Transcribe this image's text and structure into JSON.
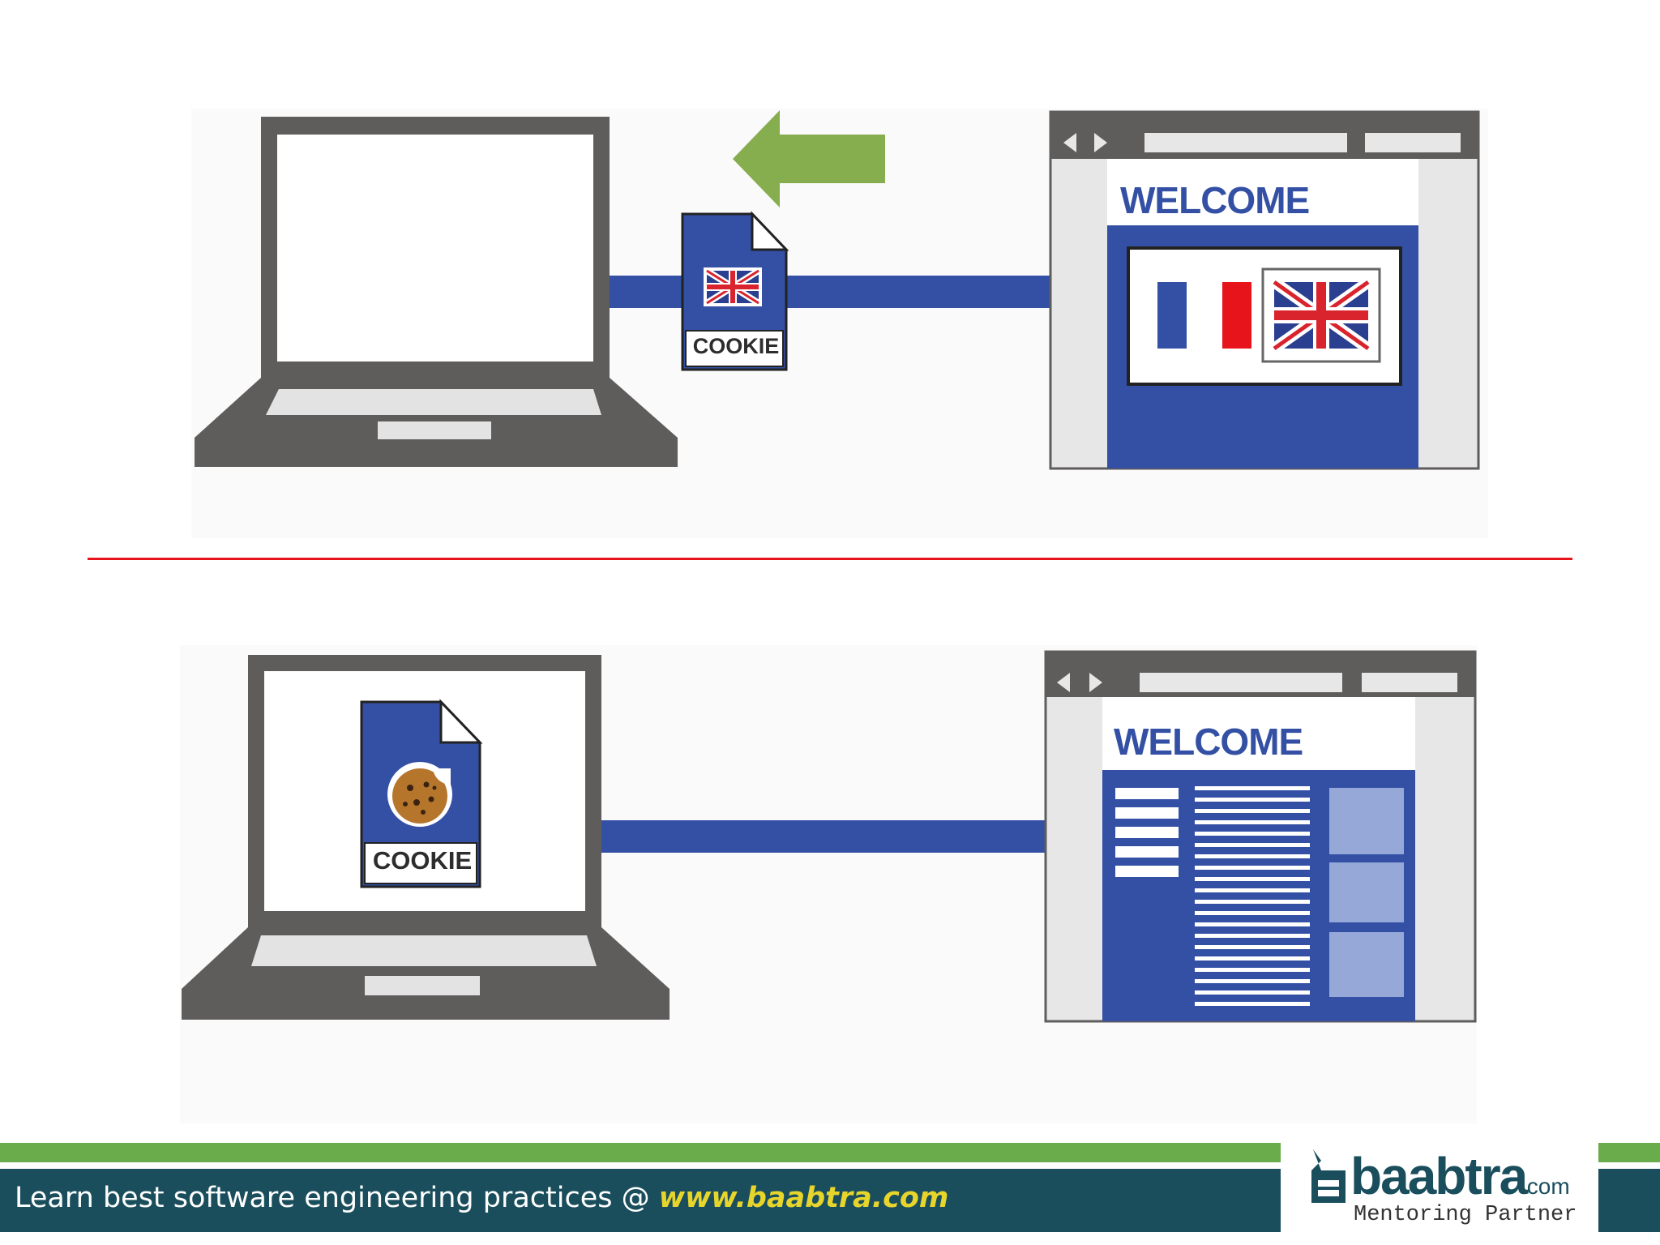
{
  "top_scene": {
    "browser_heading": "WELCOME",
    "cookie_label": "COOKIE",
    "cookie_icon": "uk-flag-icon",
    "arrow_direction": "left"
  },
  "bottom_scene": {
    "browser_heading": "WELCOME",
    "cookie_label": "COOKIE",
    "cookie_icon": "cookie-biscuit-icon"
  },
  "footer": {
    "tagline": "Learn best software engineering practices @ ",
    "url": "www.baabtra.com",
    "logo_word": "baabtra",
    "logo_suffix": ".com",
    "logo_tagline": "Mentoring Partner"
  },
  "colors": {
    "blue": "#3450a4",
    "gray": "#5f5c5c",
    "green": "#86ad4e",
    "divider_red": "#e8141b",
    "footer_teal": "#1a4e5c",
    "footer_green": "#6aab4c",
    "url_yellow": "#e7d52c"
  }
}
